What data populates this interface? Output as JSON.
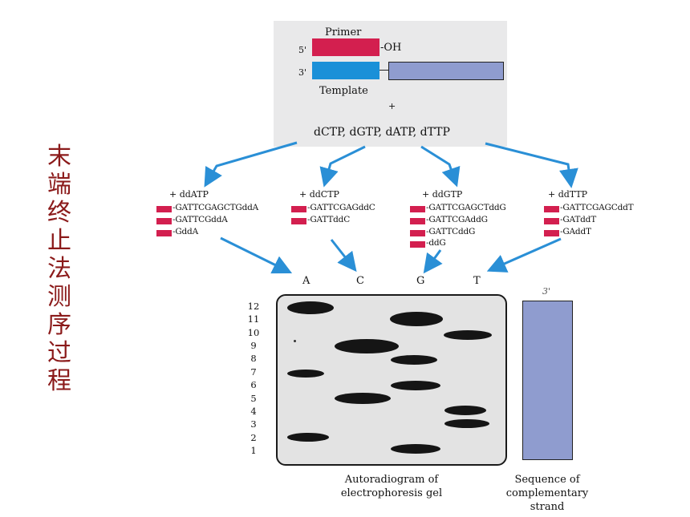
{
  "title_chars": [
    "末",
    "端",
    "终",
    "止",
    "法",
    "测",
    "序",
    "过",
    "程"
  ],
  "top_panel": {
    "primer_label": "Primer",
    "five_prime": "5'",
    "oh": "-OH",
    "three_prime": "3'",
    "template_label": "Template",
    "plus": "+",
    "dntps": "dCTP, dGTP, dATP, dTTP"
  },
  "reactions": [
    {
      "label": "+ ddATP",
      "fragments": [
        "-GATTCGAGCTGddA",
        "-GATTCGddA",
        "-GddA"
      ]
    },
    {
      "label": "+ ddCTP",
      "fragments": [
        "-GATTCGAGddC",
        "-GATTddC"
      ]
    },
    {
      "label": "+ ddGTP",
      "fragments": [
        "-GATTCGAGCTddG",
        "-GATTCGAddG",
        "-GATTCddG",
        "-ddG"
      ]
    },
    {
      "label": "+ ddTTP",
      "fragments": [
        "-GATTCGAGCddT",
        "-GATddT",
        "-GAddT"
      ]
    }
  ],
  "lanes": [
    "A",
    "C",
    "G",
    "T"
  ],
  "band_numbers": [
    "12",
    "11",
    "10",
    "9",
    "8",
    "7",
    "6",
    "5",
    "4",
    "3",
    "2",
    "1"
  ],
  "gel_caption": [
    "Autoradiogram of",
    "electrophoresis gel"
  ],
  "strand_top_label": "3'",
  "strand_caption": [
    "Sequence of",
    "complementary",
    "strand"
  ],
  "colors": {
    "title": "#8b1a1a",
    "primer": "#d31f4f",
    "template_blue": "#1a90d8",
    "template_body": "#8f9ccf",
    "arrows": "#2a8fd6",
    "panel": "#e9e9ea",
    "gel": "#e3e3e3"
  }
}
